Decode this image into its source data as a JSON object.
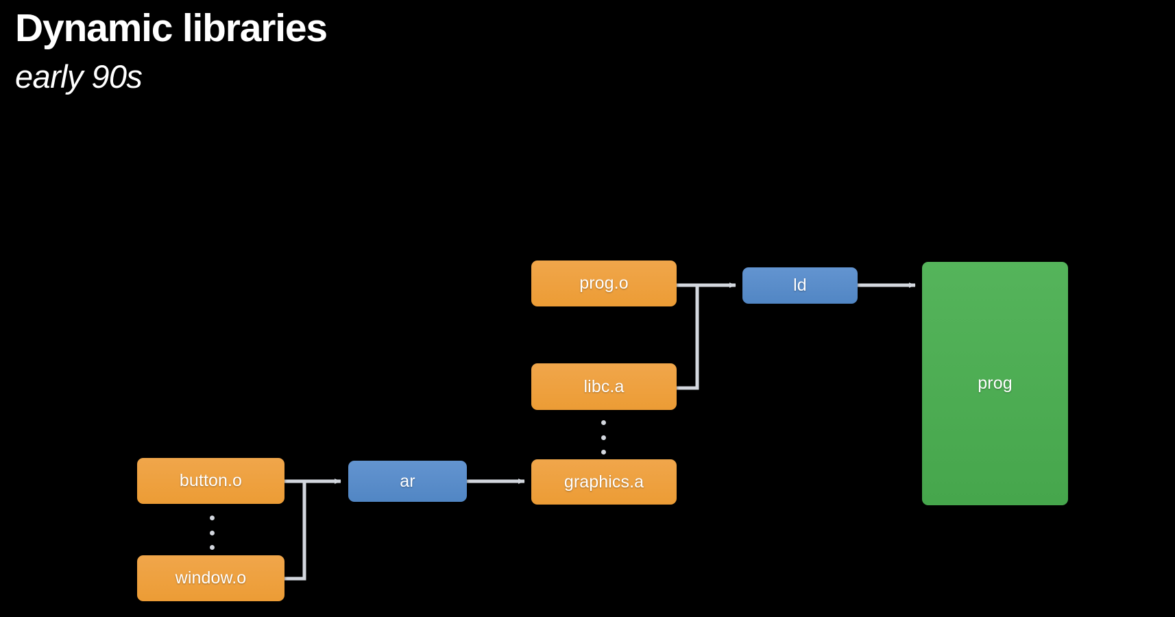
{
  "slide": {
    "title": "Dynamic libraries",
    "subtitle": "early 90s",
    "background_color": "#000000",
    "title_color": "#ffffff"
  },
  "palette": {
    "orange": "#EFA243",
    "blue": "#5B8ECB",
    "green": "#4CAE52",
    "connector": "#D3D7DE",
    "node_text": "#ffffff"
  },
  "diagram": {
    "type": "flow",
    "nodes": [
      {
        "id": "button.o",
        "label": "button.o",
        "kind": "object-file",
        "color": "#EFA243"
      },
      {
        "id": "window.o",
        "label": "window.o",
        "kind": "object-file",
        "color": "#EFA243"
      },
      {
        "id": "ar",
        "label": "ar",
        "kind": "tool",
        "color": "#5B8ECB"
      },
      {
        "id": "graphics.a",
        "label": "graphics.a",
        "kind": "static-lib",
        "color": "#EFA243"
      },
      {
        "id": "libc.a",
        "label": "libc.a",
        "kind": "static-lib",
        "color": "#EFA243"
      },
      {
        "id": "prog.o",
        "label": "prog.o",
        "kind": "object-file",
        "color": "#EFA243"
      },
      {
        "id": "ld",
        "label": "ld",
        "kind": "tool",
        "color": "#5B8ECB"
      },
      {
        "id": "prog",
        "label": "prog",
        "kind": "executable",
        "color": "#4CAE52"
      }
    ],
    "edges": [
      {
        "from": "button.o",
        "to": "ar",
        "arrow": true
      },
      {
        "from": "window.o",
        "to": "ar",
        "arrow": true
      },
      {
        "from": "ar",
        "to": "graphics.a",
        "arrow": true
      },
      {
        "from": "prog.o",
        "to": "ld",
        "arrow": true
      },
      {
        "from": "libc.a",
        "to": "ld",
        "arrow": true
      },
      {
        "from": "ld",
        "to": "prog",
        "arrow": true
      }
    ],
    "ellipses": [
      {
        "id": "left-ellipsis",
        "between": [
          "button.o",
          "window.o"
        ],
        "dots": 3
      },
      {
        "id": "middle-ellipsis",
        "between": [
          "libc.a",
          "graphics.a"
        ],
        "dots": 3
      }
    ]
  }
}
